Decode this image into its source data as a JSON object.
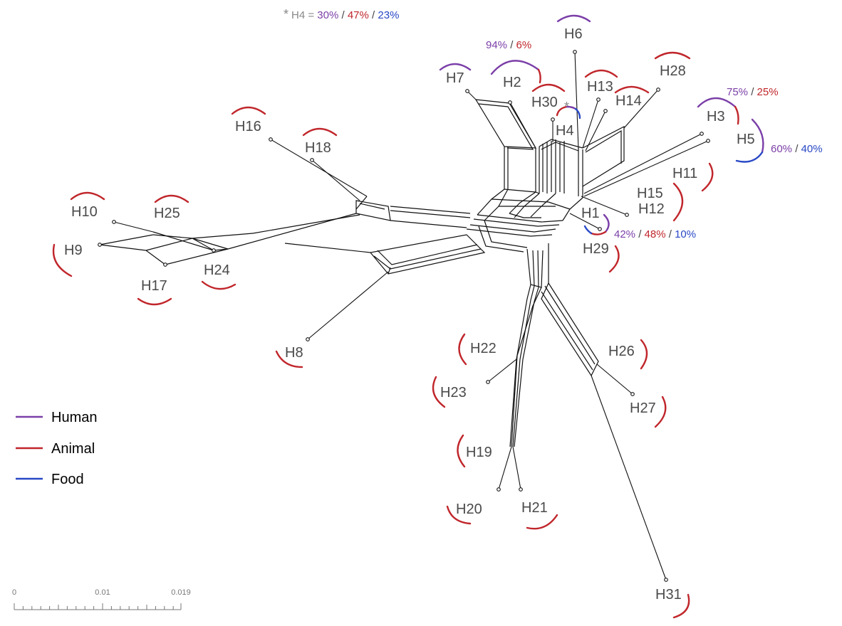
{
  "colors": {
    "human": "#7b3fa8",
    "animal": "#c0262b",
    "food": "#2848c6",
    "note": "#888888"
  },
  "legend": [
    {
      "label": "Human",
      "color": "#7b3fa8"
    },
    {
      "label": "Animal",
      "color": "#c0262b"
    },
    {
      "label": "Food",
      "color": "#2848c6"
    }
  ],
  "scale_bar": {
    "ticks": [
      "0",
      "0.01",
      "0.019"
    ]
  },
  "haplotypes": {
    "H1": "H1",
    "H2": "H2",
    "H3": "H3",
    "H4": "H4",
    "H5": "H5",
    "H6": "H6",
    "H7": "H7",
    "H8": "H8",
    "H9": "H9",
    "H10": "H10",
    "H11": "H11",
    "H12": "H12",
    "H13": "H13",
    "H14": "H14",
    "H15": "H15",
    "H16": "H16",
    "H17": "H17",
    "H18": "H18",
    "H19": "H19",
    "H20": "H20",
    "H21": "H21",
    "H22": "H22",
    "H23": "H23",
    "H24": "H24",
    "H25": "H25",
    "H26": "H26",
    "H27": "H27",
    "H28": "H28",
    "H29": "H29",
    "H30": "H30",
    "H31": "H31"
  },
  "h4_note": {
    "star": "*",
    "prefix": "H4 = ",
    "human": "30%",
    "animal": "47%",
    "food": "23%",
    "sep": " / "
  },
  "h30_star": "*",
  "h2_pct": {
    "human": "94%",
    "animal": "6%",
    "sep": " / "
  },
  "h3_pct": {
    "human": "75%",
    "animal": "25%",
    "sep": " / "
  },
  "h5_pct": {
    "human": "60%",
    "food": "40%",
    "sep": " / "
  },
  "h1_pct": {
    "human": "42%",
    "animal": "48%",
    "food": "10%",
    "sep": " / "
  }
}
